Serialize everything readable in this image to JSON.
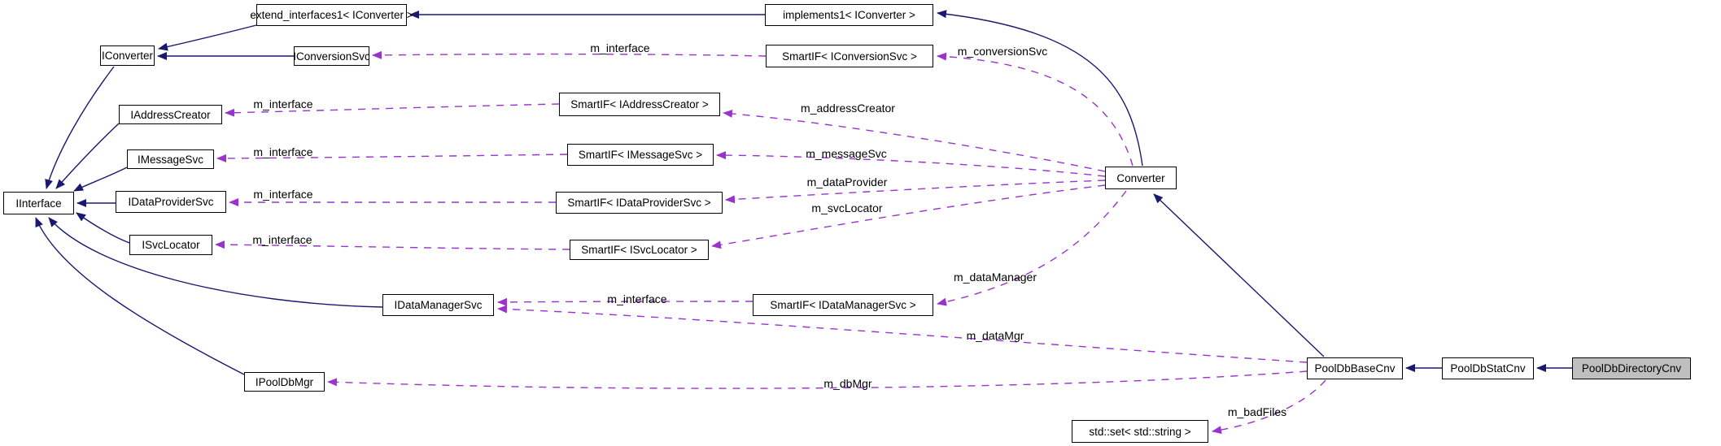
{
  "diagram": {
    "type": "doxygen-collaboration-graph",
    "colors": {
      "inheritance": "#191970",
      "usage": "#9a32cd",
      "node_border": "#000000",
      "node_fill": "#ffffff",
      "selected_fill": "#bfbfbf",
      "background": "#ffffff"
    },
    "nodes": {
      "extend": "extend_interfaces1< IConverter >",
      "implements": "implements1< IConverter >",
      "iconverter": "IConverter",
      "iconversionsvc": "IConversionSvc",
      "smartif_iconversionsvc": "SmartIF< IConversionSvc >",
      "iaddresscreator": "IAddressCreator",
      "smartif_iaddresscreator": "SmartIF< IAddressCreator >",
      "imessagesvc": "IMessageSvc",
      "smartif_imessagesvc": "SmartIF< IMessageSvc >",
      "idataprovidersvc": "IDataProviderSvc",
      "smartif_idataprovidersvc": "SmartIF< IDataProviderSvc >",
      "isvclocator": "ISvcLocator",
      "smartif_isvclocator": "SmartIF< ISvcLocator >",
      "iinterface": "IInterface",
      "idatamanagersvc": "IDataManagerSvc",
      "smartif_idatamanagersvc": "SmartIF< IDataManagerSvc >",
      "ipooldbmgr": "IPoolDbMgr",
      "converter": "Converter",
      "pooldbbasecnv": "PoolDbBaseCnv",
      "pooldbstatcnv": "PoolDbStatCnv",
      "pooldbdirectorycnv": "PoolDbDirectoryCnv",
      "stdset": "std::set< std::string >"
    },
    "edge_labels": {
      "interface_conversionsvc": "m_interface",
      "conversionsvc": "m_conversionSvc",
      "interface_addresscreator": "m_interface",
      "addresscreator": "m_addressCreator",
      "interface_messagesvc": "m_interface",
      "messagesvc": "m_messageSvc",
      "interface_dataprovidersvc": "m_interface",
      "dataprovider": "m_dataProvider",
      "interface_svclocator": "m_interface",
      "svclocator": "m_svcLocator",
      "interface_datamanagersvc": "m_interface",
      "datamanager": "m_dataManager",
      "datamgr": "m_dataMgr",
      "dbmgr": "m_dbMgr",
      "badfiles": "m_badFiles"
    },
    "edges": [
      {
        "from": "implements1< IConverter >",
        "to": "extend_interfaces1< IConverter >",
        "type": "inheritance"
      },
      {
        "from": "extend_interfaces1< IConverter >",
        "to": "IConverter",
        "type": "inheritance"
      },
      {
        "from": "IConversionSvc",
        "to": "IConverter",
        "type": "inheritance"
      },
      {
        "from": "IConverter",
        "to": "IInterface",
        "type": "inheritance"
      },
      {
        "from": "IAddressCreator",
        "to": "IInterface",
        "type": "inheritance"
      },
      {
        "from": "IMessageSvc",
        "to": "IInterface",
        "type": "inheritance"
      },
      {
        "from": "IDataProviderSvc",
        "to": "IInterface",
        "type": "inheritance"
      },
      {
        "from": "ISvcLocator",
        "to": "IInterface",
        "type": "inheritance"
      },
      {
        "from": "IDataManagerSvc",
        "to": "IInterface",
        "type": "inheritance"
      },
      {
        "from": "IPoolDbMgr",
        "to": "IInterface",
        "type": "inheritance"
      },
      {
        "from": "Converter",
        "to": "implements1< IConverter >",
        "type": "inheritance"
      },
      {
        "from": "PoolDbBaseCnv",
        "to": "Converter",
        "type": "inheritance"
      },
      {
        "from": "PoolDbStatCnv",
        "to": "PoolDbBaseCnv",
        "type": "inheritance"
      },
      {
        "from": "PoolDbDirectoryCnv",
        "to": "PoolDbStatCnv",
        "type": "inheritance"
      },
      {
        "from": "SmartIF< IConversionSvc >",
        "to": "IConversionSvc",
        "type": "usage",
        "label": "m_interface"
      },
      {
        "from": "Converter",
        "to": "SmartIF< IConversionSvc >",
        "type": "usage",
        "label": "m_conversionSvc"
      },
      {
        "from": "SmartIF< IAddressCreator >",
        "to": "IAddressCreator",
        "type": "usage",
        "label": "m_interface"
      },
      {
        "from": "Converter",
        "to": "SmartIF< IAddressCreator >",
        "type": "usage",
        "label": "m_addressCreator"
      },
      {
        "from": "SmartIF< IMessageSvc >",
        "to": "IMessageSvc",
        "type": "usage",
        "label": "m_interface"
      },
      {
        "from": "Converter",
        "to": "SmartIF< IMessageSvc >",
        "type": "usage",
        "label": "m_messageSvc"
      },
      {
        "from": "SmartIF< IDataProviderSvc >",
        "to": "IDataProviderSvc",
        "type": "usage",
        "label": "m_interface"
      },
      {
        "from": "Converter",
        "to": "SmartIF< IDataProviderSvc >",
        "type": "usage",
        "label": "m_dataProvider"
      },
      {
        "from": "SmartIF< ISvcLocator >",
        "to": "ISvcLocator",
        "type": "usage",
        "label": "m_interface"
      },
      {
        "from": "Converter",
        "to": "SmartIF< ISvcLocator >",
        "type": "usage",
        "label": "m_svcLocator"
      },
      {
        "from": "SmartIF< IDataManagerSvc >",
        "to": "IDataManagerSvc",
        "type": "usage",
        "label": "m_interface"
      },
      {
        "from": "Converter",
        "to": "SmartIF< IDataManagerSvc >",
        "type": "usage",
        "label": "m_dataManager"
      },
      {
        "from": "PoolDbBaseCnv",
        "to": "IDataManagerSvc",
        "type": "usage",
        "label": "m_dataMgr"
      },
      {
        "from": "PoolDbBaseCnv",
        "to": "IPoolDbMgr",
        "type": "usage",
        "label": "m_dbMgr"
      },
      {
        "from": "PoolDbBaseCnv",
        "to": "std::set< std::string >",
        "type": "usage",
        "label": "m_badFiles"
      }
    ]
  }
}
